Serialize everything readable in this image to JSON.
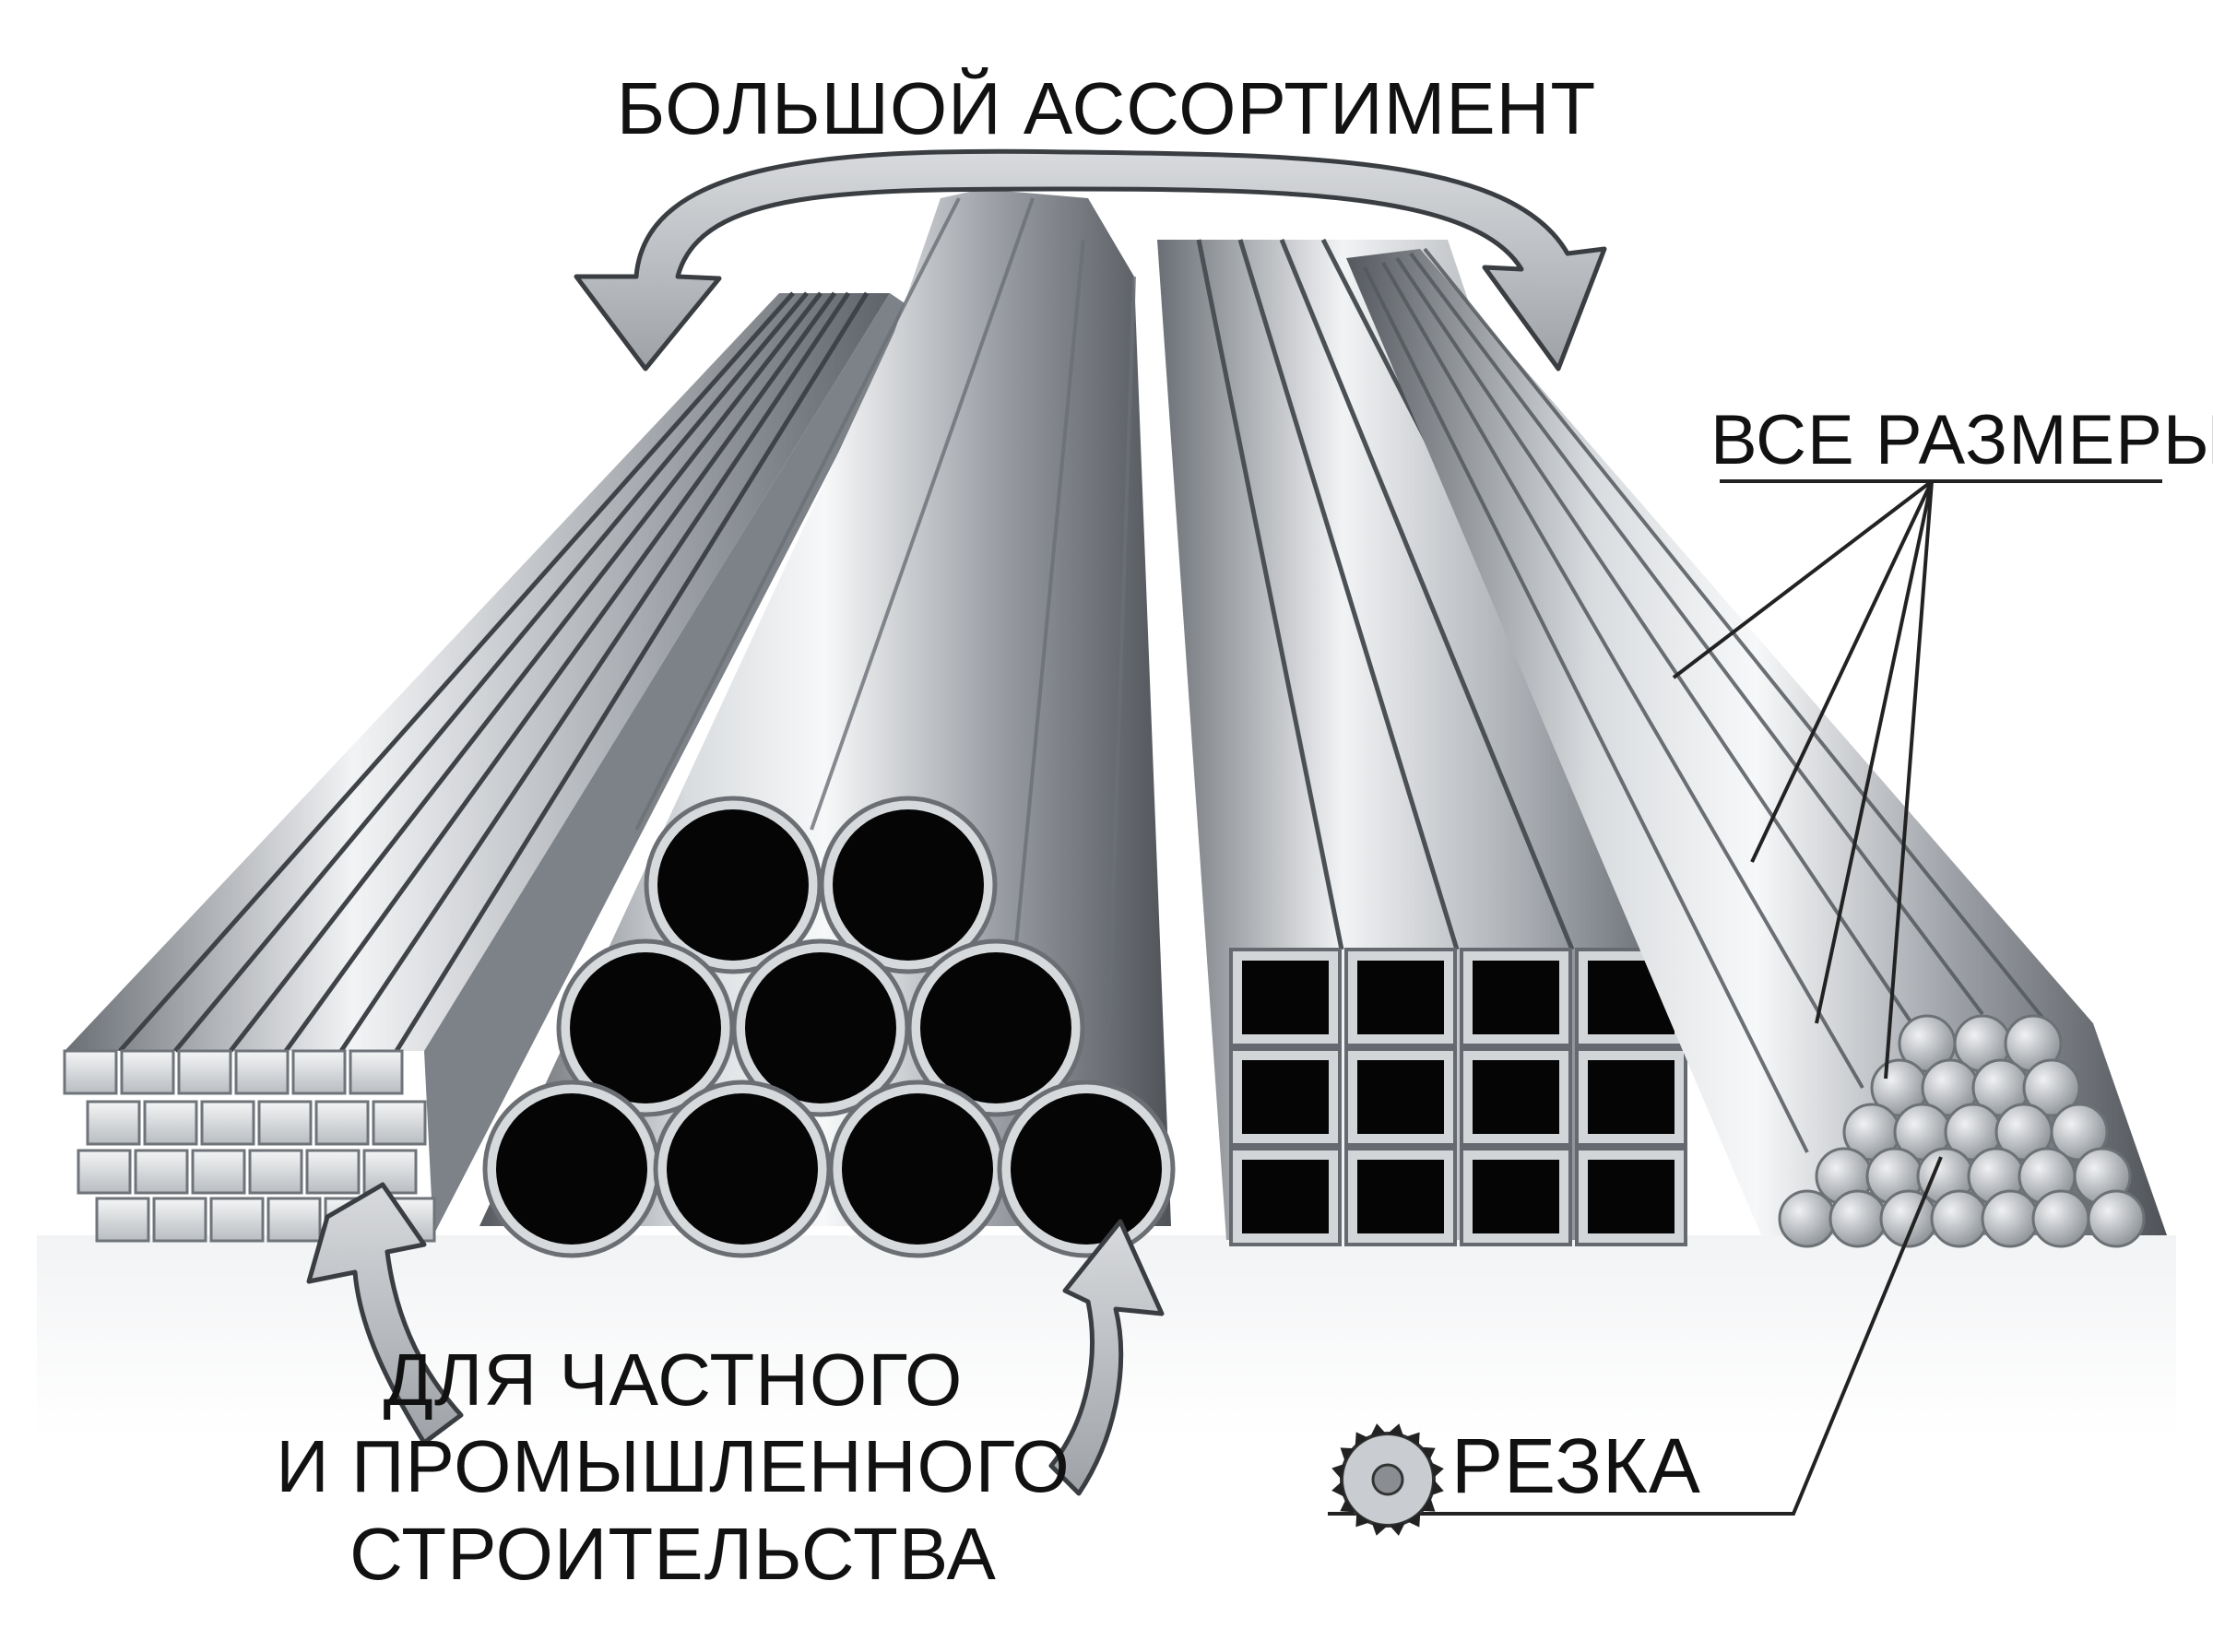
{
  "labels": {
    "assortment": "БОЛЬШОЙ АССОРТИМЕНТ",
    "all_sizes": "ВСЕ РАЗМЕРЫ",
    "cutting": "РЕЗКА",
    "purpose_line1": "ДЛЯ ЧАСТНОГО",
    "purpose_line2": "И ПРОМЫШЛЕННОГО",
    "purpose_line3": "СТРОИТЕЛЬСТВА"
  },
  "colors": {
    "text": "#111111",
    "metal_light": "#eef0f2",
    "metal_mid": "#a9adb2",
    "metal_dark": "#5d6268",
    "arrow_fill": "#b6babf",
    "hole": "#050505"
  },
  "icons": [
    "circular-saw-blade-icon",
    "curved-arrow-icon"
  ]
}
